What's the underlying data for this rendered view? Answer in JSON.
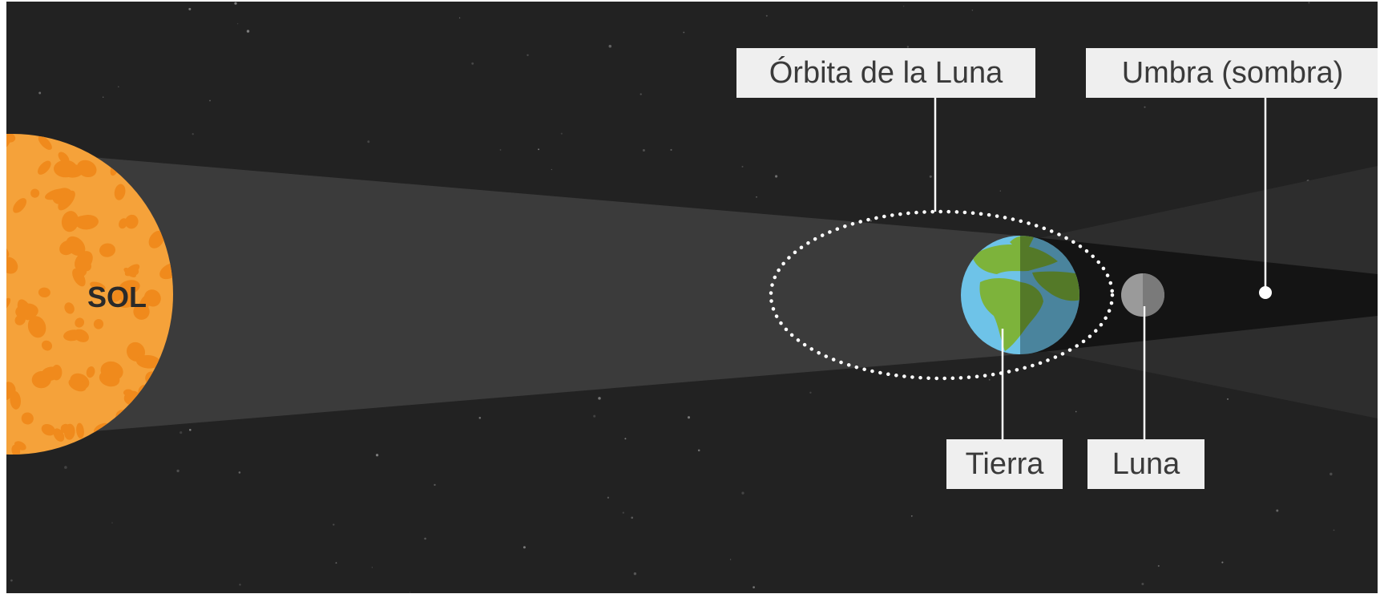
{
  "diagram": {
    "sun_label": "SOL",
    "labels": {
      "moon_orbit": "Órbita de la Luna",
      "umbra": "Umbra (sombra)",
      "earth": "Tierra",
      "moon": "Luna"
    },
    "colors": {
      "background": "#222222",
      "sun": "#f5a23a",
      "sun_spots": "#f08a1c",
      "light_cone": "#3b3b3b",
      "umbra": "#141414",
      "penumbra": "#303030",
      "earth_ocean": "#6ec3e8",
      "earth_land": "#7db33b",
      "moon": "#9a9a9a",
      "label_box": "#efefef",
      "leader_line": "#ffffff"
    }
  }
}
